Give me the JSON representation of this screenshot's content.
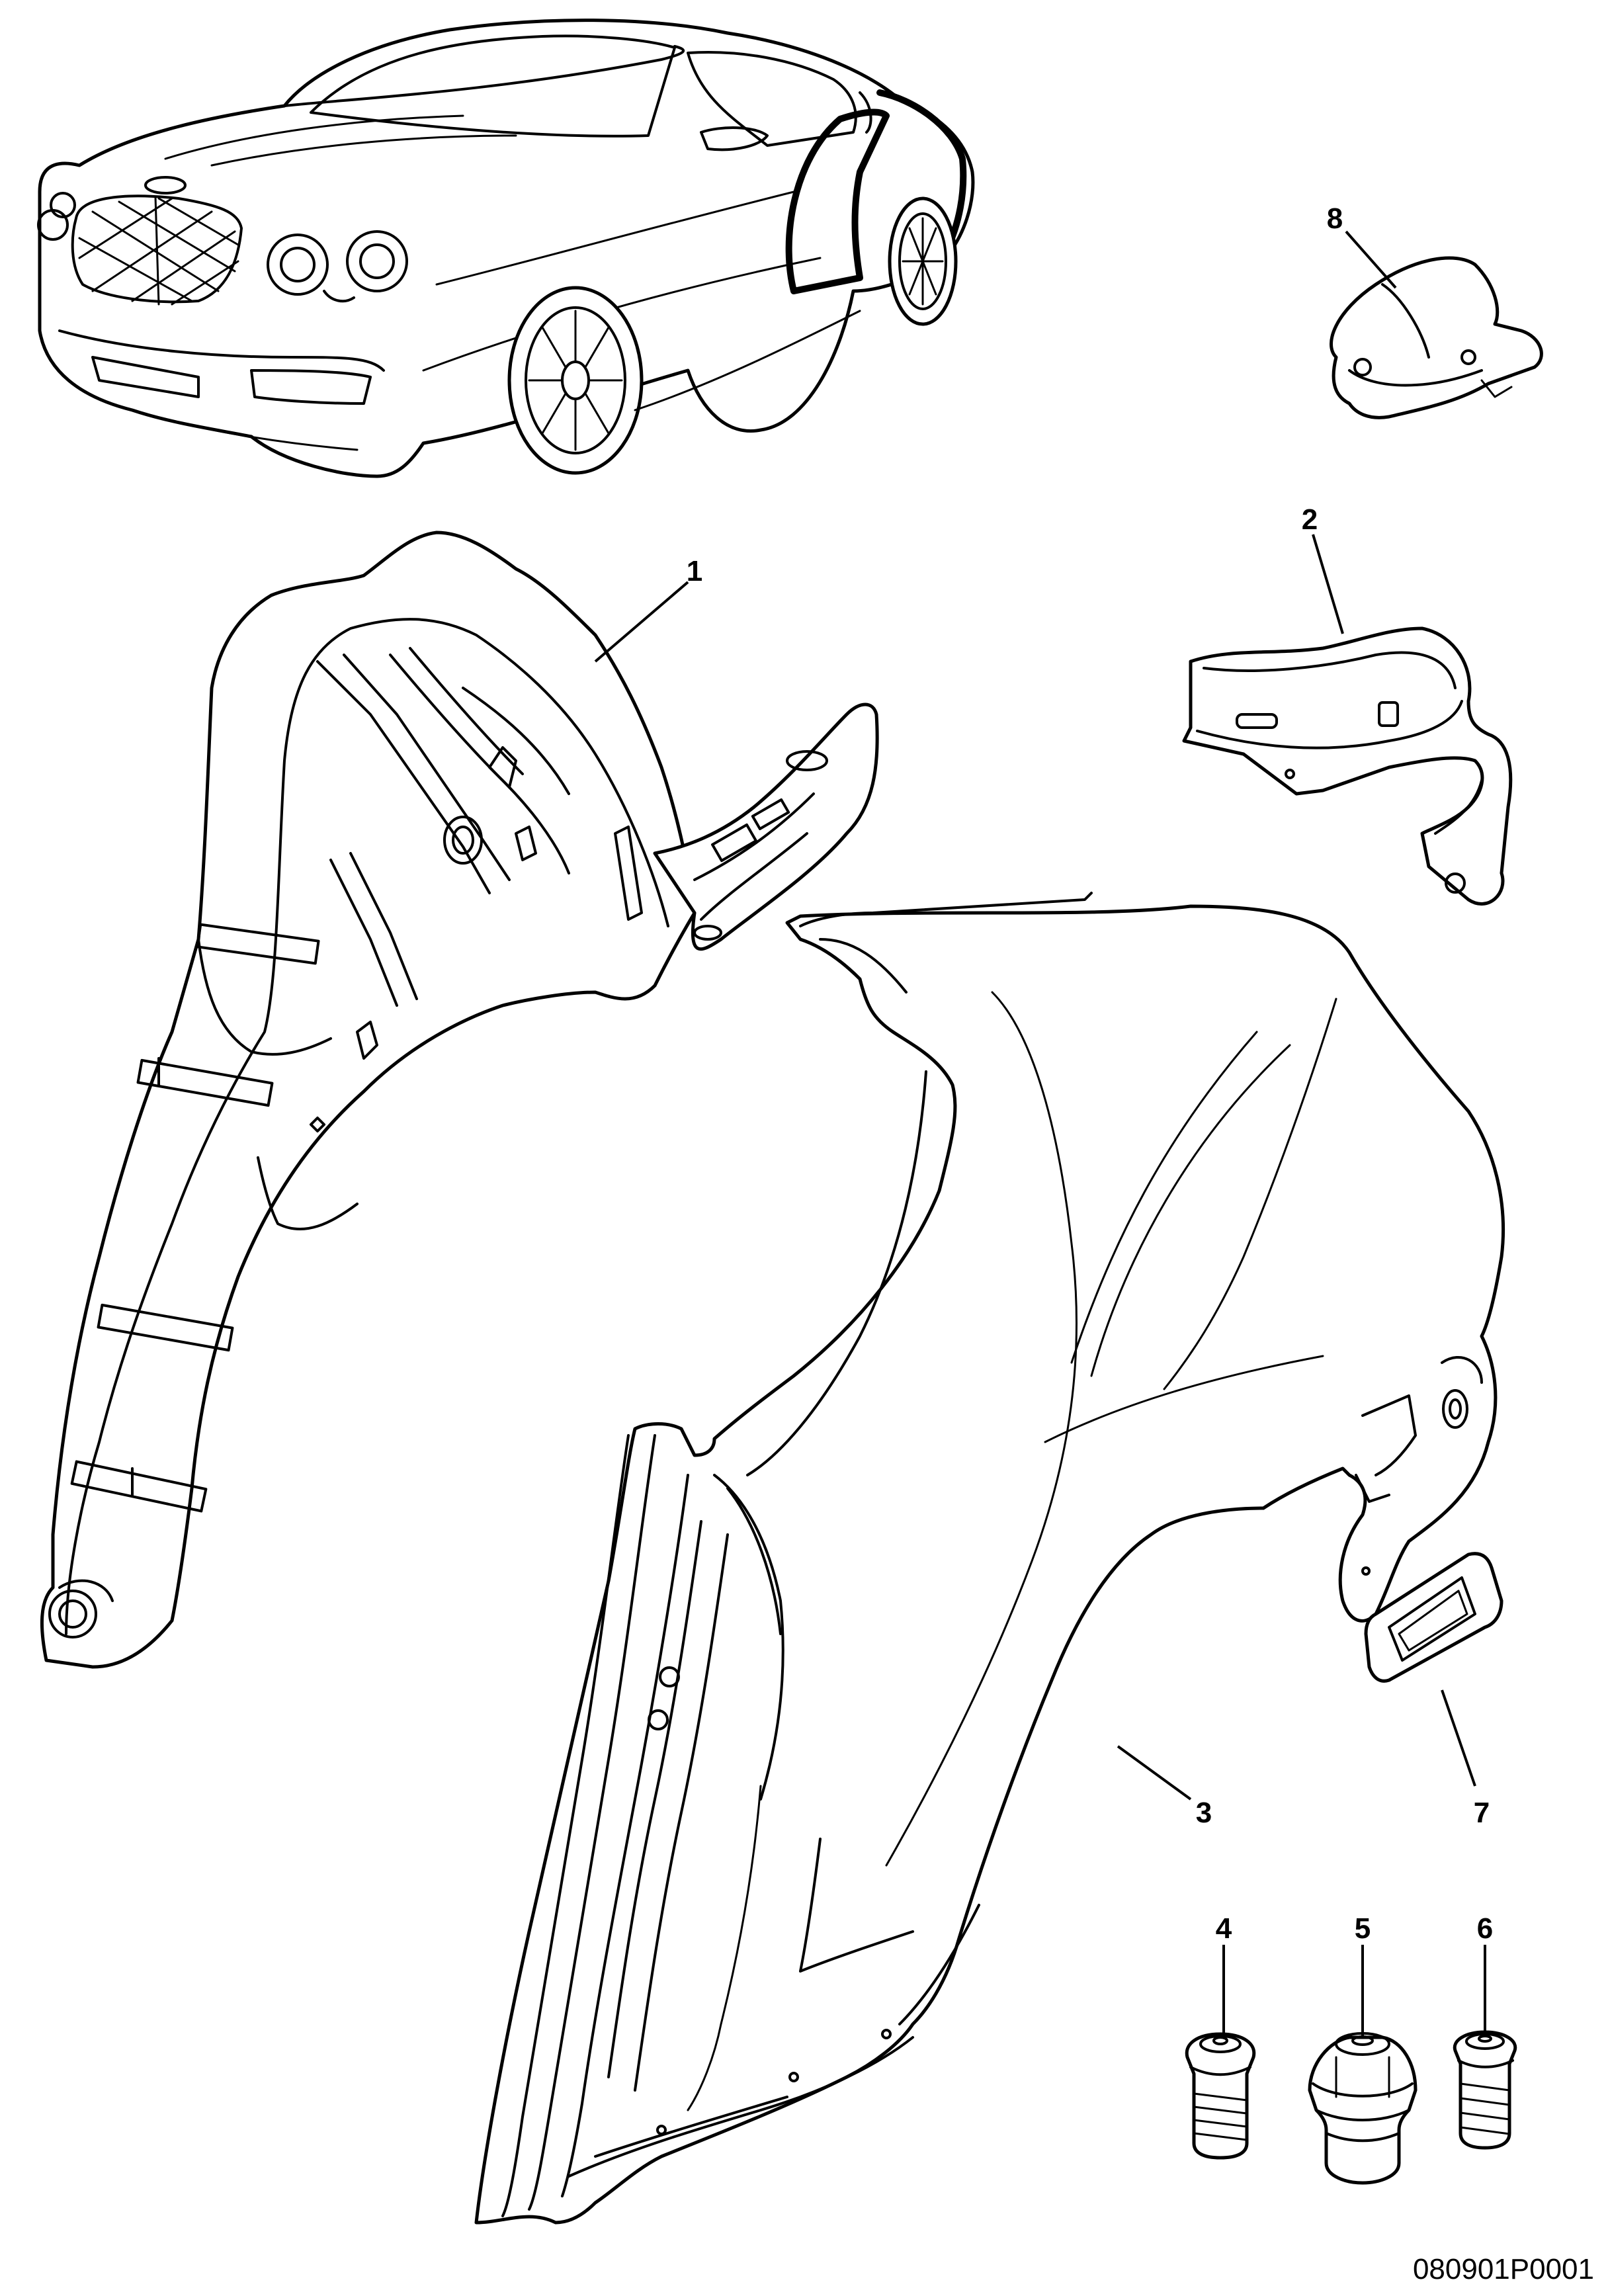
{
  "diagram": {
    "reference_code": "080901P0001",
    "callouts": [
      {
        "id": "1",
        "label": "1"
      },
      {
        "id": "2",
        "label": "2"
      },
      {
        "id": "3",
        "label": "3"
      },
      {
        "id": "4",
        "label": "4"
      },
      {
        "id": "5",
        "label": "5"
      },
      {
        "id": "6",
        "label": "6"
      },
      {
        "id": "7",
        "label": "7"
      },
      {
        "id": "8",
        "label": "8"
      }
    ]
  },
  "colors": {
    "line": "#000000",
    "background": "#ffffff"
  }
}
